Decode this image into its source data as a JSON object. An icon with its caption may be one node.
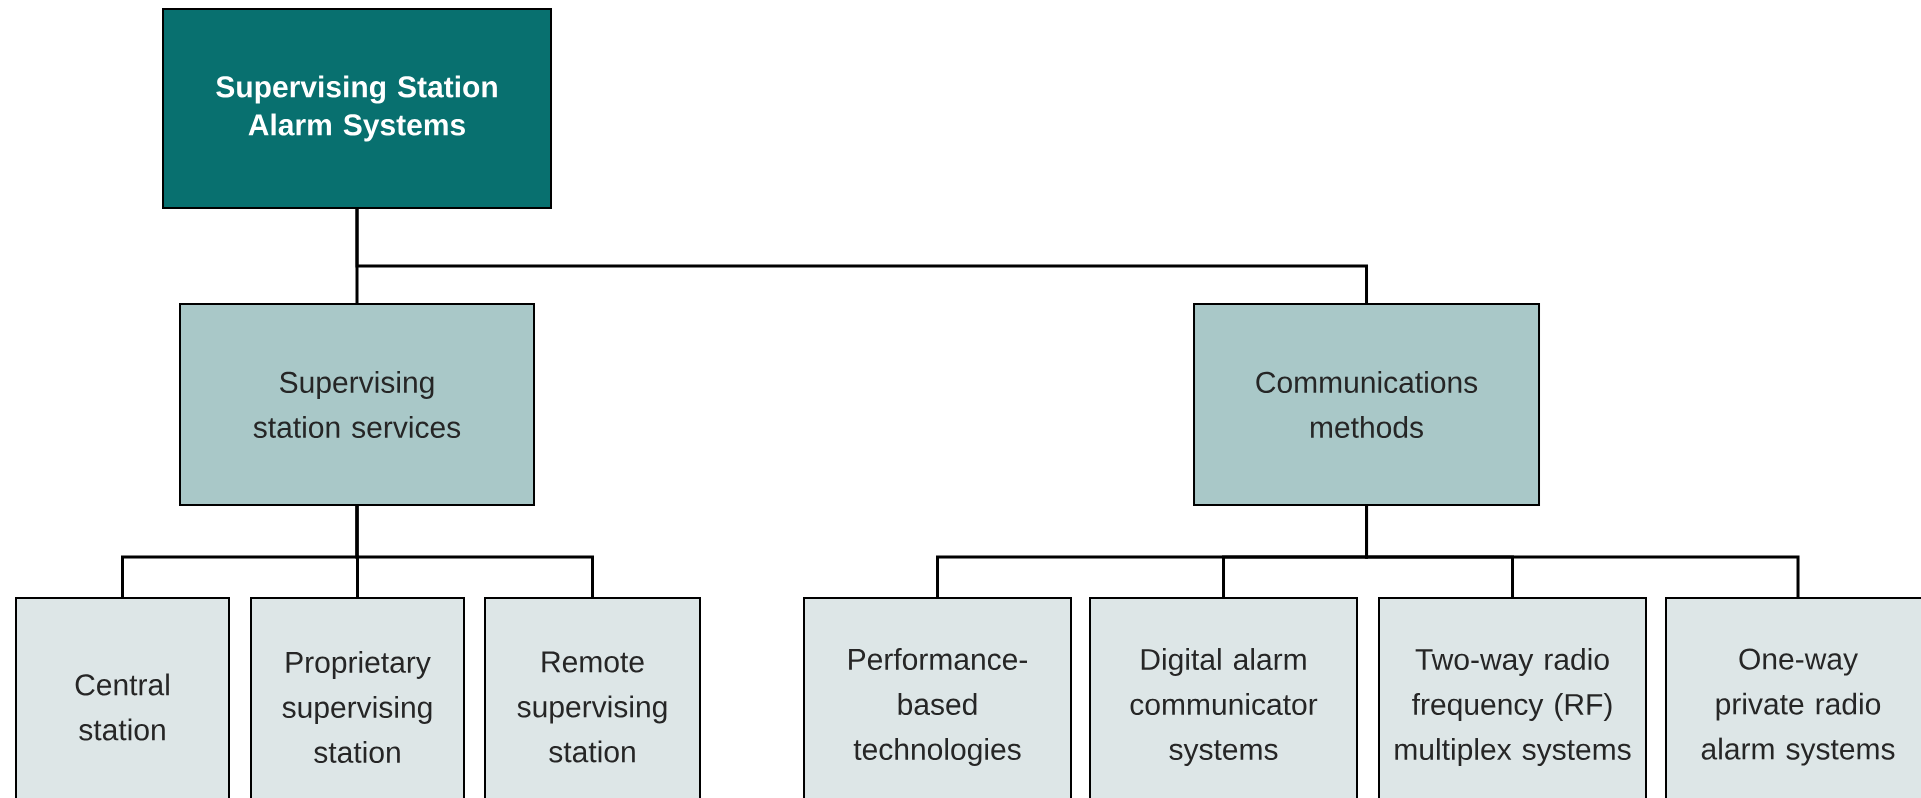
{
  "diagram": {
    "nodes": [
      {
        "text": [
          "Supervising Station Alarm Systems"
        ]
      },
      {
        "text": [
          "Supervising station services"
        ]
      },
      {
        "text": [
          "Communications methods"
        ]
      },
      {
        "text": [
          "Central station"
        ]
      },
      {
        "text": [
          "Proprietary supervising station"
        ]
      },
      {
        "text": [
          "Remote supervising station"
        ]
      },
      {
        "text": [
          "Performance-based technologies"
        ]
      },
      {
        "text": [
          "Digital alarm communicator systems"
        ]
      },
      {
        "text": [
          "Two-way radio frequency (RF) multiplex systems"
        ]
      },
      {
        "text": [
          "One-way private radio alarm systems"
        ]
      }
    ],
    "edges": [
      {
        "from": 0,
        "to": 1,
        "arrow": "none"
      },
      {
        "from": 0,
        "to": 2,
        "arrow": "none"
      },
      {
        "from": 1,
        "to": 3,
        "arrow": "none"
      },
      {
        "from": 1,
        "to": 4,
        "arrow": "none"
      },
      {
        "from": 1,
        "to": 5,
        "arrow": "none"
      },
      {
        "from": 2,
        "to": 6,
        "arrow": "none"
      },
      {
        "from": 2,
        "to": 7,
        "arrow": "none"
      },
      {
        "from": 2,
        "to": 8,
        "arrow": "none"
      },
      {
        "from": 2,
        "to": 9,
        "arrow": "none"
      }
    ]
  }
}
